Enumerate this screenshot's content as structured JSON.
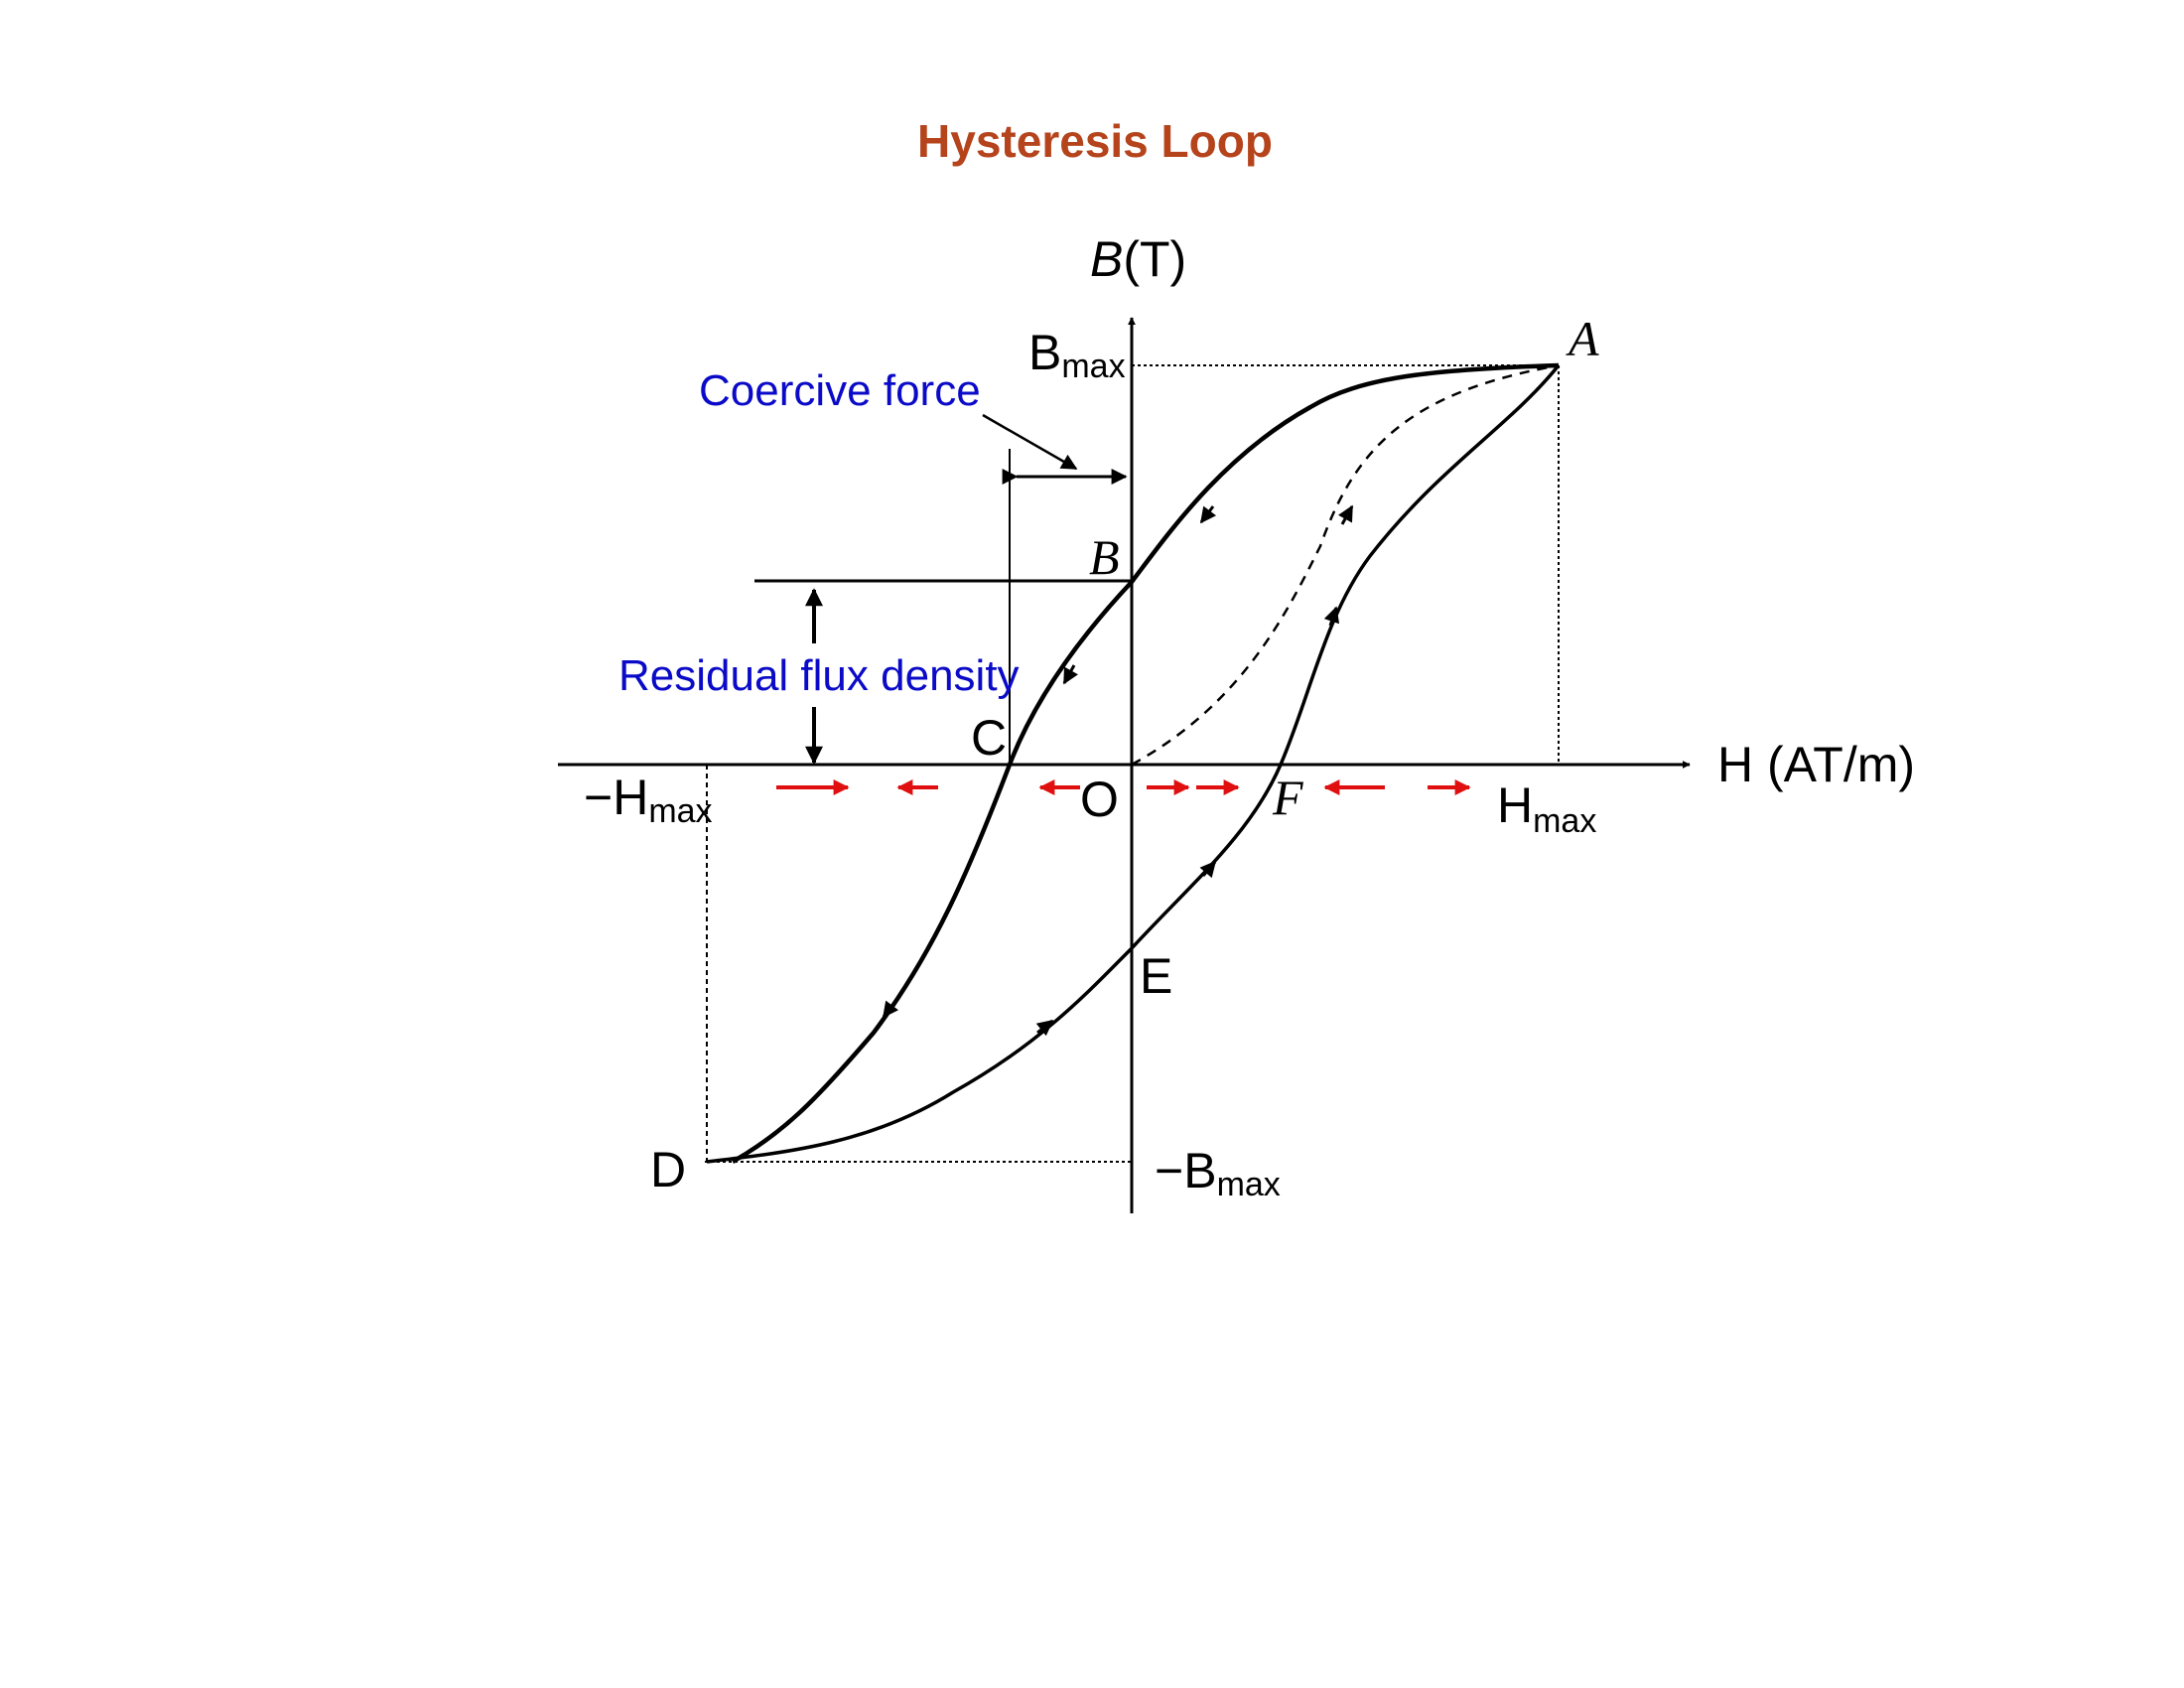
{
  "title": "Hysteresis Loop",
  "colors": {
    "title": "#b5441c",
    "annotation": "#0a0ac8",
    "arrow_red": "#e01010",
    "curve": "#000000"
  },
  "axes": {
    "y_symbol": "B",
    "y_unit": "(T)",
    "x_label": "H (AT/m)"
  },
  "labels": {
    "bmax_main": "B",
    "bmax_sub": "max",
    "neg_bmax_main": "−B",
    "neg_bmax_sub": "max",
    "hmax_main": "H",
    "hmax_sub": "max",
    "neg_hmax_main": "−H",
    "neg_hmax_sub": "max"
  },
  "points": {
    "A": "A",
    "B": "B",
    "C": "C",
    "D": "D",
    "E": "E",
    "F": "F",
    "O": "O"
  },
  "annotations": {
    "coercive_force": "Coercive force",
    "residual_flux_density": "Residual flux density"
  }
}
